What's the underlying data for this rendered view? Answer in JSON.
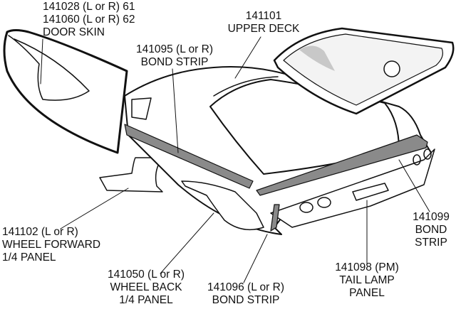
{
  "labels": {
    "door_skin": {
      "line1": "141028 (L or R) 61",
      "line2": "141060 (L or R) 62",
      "line3": "DOOR SKIN"
    },
    "upper_deck": {
      "line1": "141101",
      "line2": "UPPER DECK"
    },
    "bond_strip_upper": {
      "line1": "141095 (L or R)",
      "line2": "BOND STRIP"
    },
    "wheel_forward": {
      "line1": "141102 (L or R)",
      "line2": "WHEEL FORWARD",
      "line3": "1/4 PANEL"
    },
    "wheel_back": {
      "line1": "141050 (L or R)",
      "line2": "WHEEL BACK",
      "line3": "1/4 PANEL"
    },
    "bond_strip_lower": {
      "line1": "141096 (L or R)",
      "line2": "BOND STRIP"
    },
    "tail_lamp": {
      "line1": "141098 (PM)",
      "line2": "TAIL LAMP",
      "line3": "PANEL"
    },
    "bond_strip_rear": {
      "line1": "141099",
      "line2": "BOND",
      "line3": "STRIP"
    }
  },
  "colors": {
    "line": "#111111",
    "strip": "#8a8a8a",
    "glass": "#c8c8c8"
  }
}
